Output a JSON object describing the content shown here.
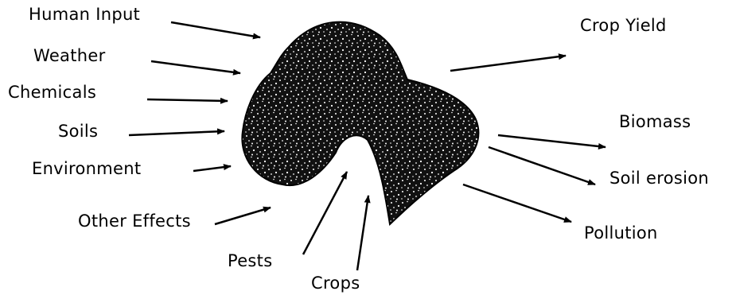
{
  "inputs": {
    "human_input": "Human Input",
    "weather": "Weather",
    "chemicals": "Chemicals",
    "soils": "Soils",
    "environment": "Environment",
    "other_effects": "Other Effects",
    "pests": "Pests",
    "crops": "Crops"
  },
  "outputs": {
    "crop_yield": "Crop Yield",
    "biomass": "Biomass",
    "soil_erosion": "Soil erosion",
    "pollution": "Pollution"
  }
}
